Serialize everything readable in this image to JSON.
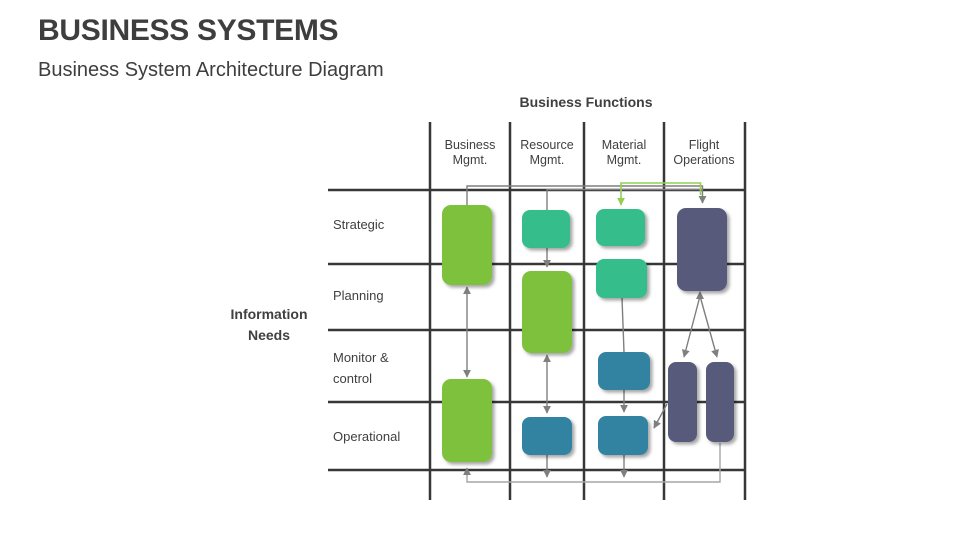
{
  "slide": {
    "title": "BUSINESS SYSTEMS",
    "subtitle": "Business System Architecture Diagram"
  },
  "diagram": {
    "x_axis_title": "Business Functions",
    "y_axis_title": {
      "line1": "Information",
      "line2": "Needs"
    },
    "columns": [
      {
        "line1": "Business",
        "line2": "Mgmt."
      },
      {
        "line1": "Resource",
        "line2": "Mgmt."
      },
      {
        "line1": "Material",
        "line2": "Mgmt."
      },
      {
        "line1": "Flight",
        "line2": "Operations"
      }
    ],
    "rows": [
      {
        "line1": "Strategic",
        "line2": ""
      },
      {
        "line1": "Planning",
        "line2": ""
      },
      {
        "line1": "Monitor &",
        "line2": "control"
      },
      {
        "line1": "Operational",
        "line2": ""
      }
    ],
    "systems": [
      {
        "column": "Business Mgmt.",
        "rows": "Strategic to Planning",
        "color": "green"
      },
      {
        "column": "Business Mgmt.",
        "rows": "Monitor & control to Operational",
        "color": "green"
      },
      {
        "column": "Resource Mgmt.",
        "rows": "Strategic",
        "color": "emerald"
      },
      {
        "column": "Resource Mgmt.",
        "rows": "Planning to Monitor & control",
        "color": "green"
      },
      {
        "column": "Resource Mgmt.",
        "rows": "Operational",
        "color": "blue"
      },
      {
        "column": "Material Mgmt.",
        "rows": "Strategic",
        "color": "emerald"
      },
      {
        "column": "Material Mgmt.",
        "rows": "Strategic to Planning",
        "color": "emerald"
      },
      {
        "column": "Material Mgmt.",
        "rows": "Monitor & control",
        "color": "blue"
      },
      {
        "column": "Material Mgmt.",
        "rows": "Operational",
        "color": "blue"
      },
      {
        "column": "Flight Operations",
        "rows": "Strategic to Planning",
        "color": "purple"
      },
      {
        "column": "Flight Operations",
        "rows": "Monitor & control to Operational",
        "color": "purple"
      },
      {
        "column": "Flight Operations",
        "rows": "Monitor & control to Operational",
        "color": "purple"
      }
    ],
    "colors": {
      "title_text": "#3e3e3e",
      "text": "#404040",
      "grid": "#373737",
      "box_green": "#7dc13c",
      "box_emerald": "#34be8c",
      "box_blue": "#3383a2",
      "box_purple": "#585a7c",
      "connector_gray": "#7f7f7f",
      "connector_light": "#a6a6a6",
      "connector_green": "#92d050"
    }
  }
}
